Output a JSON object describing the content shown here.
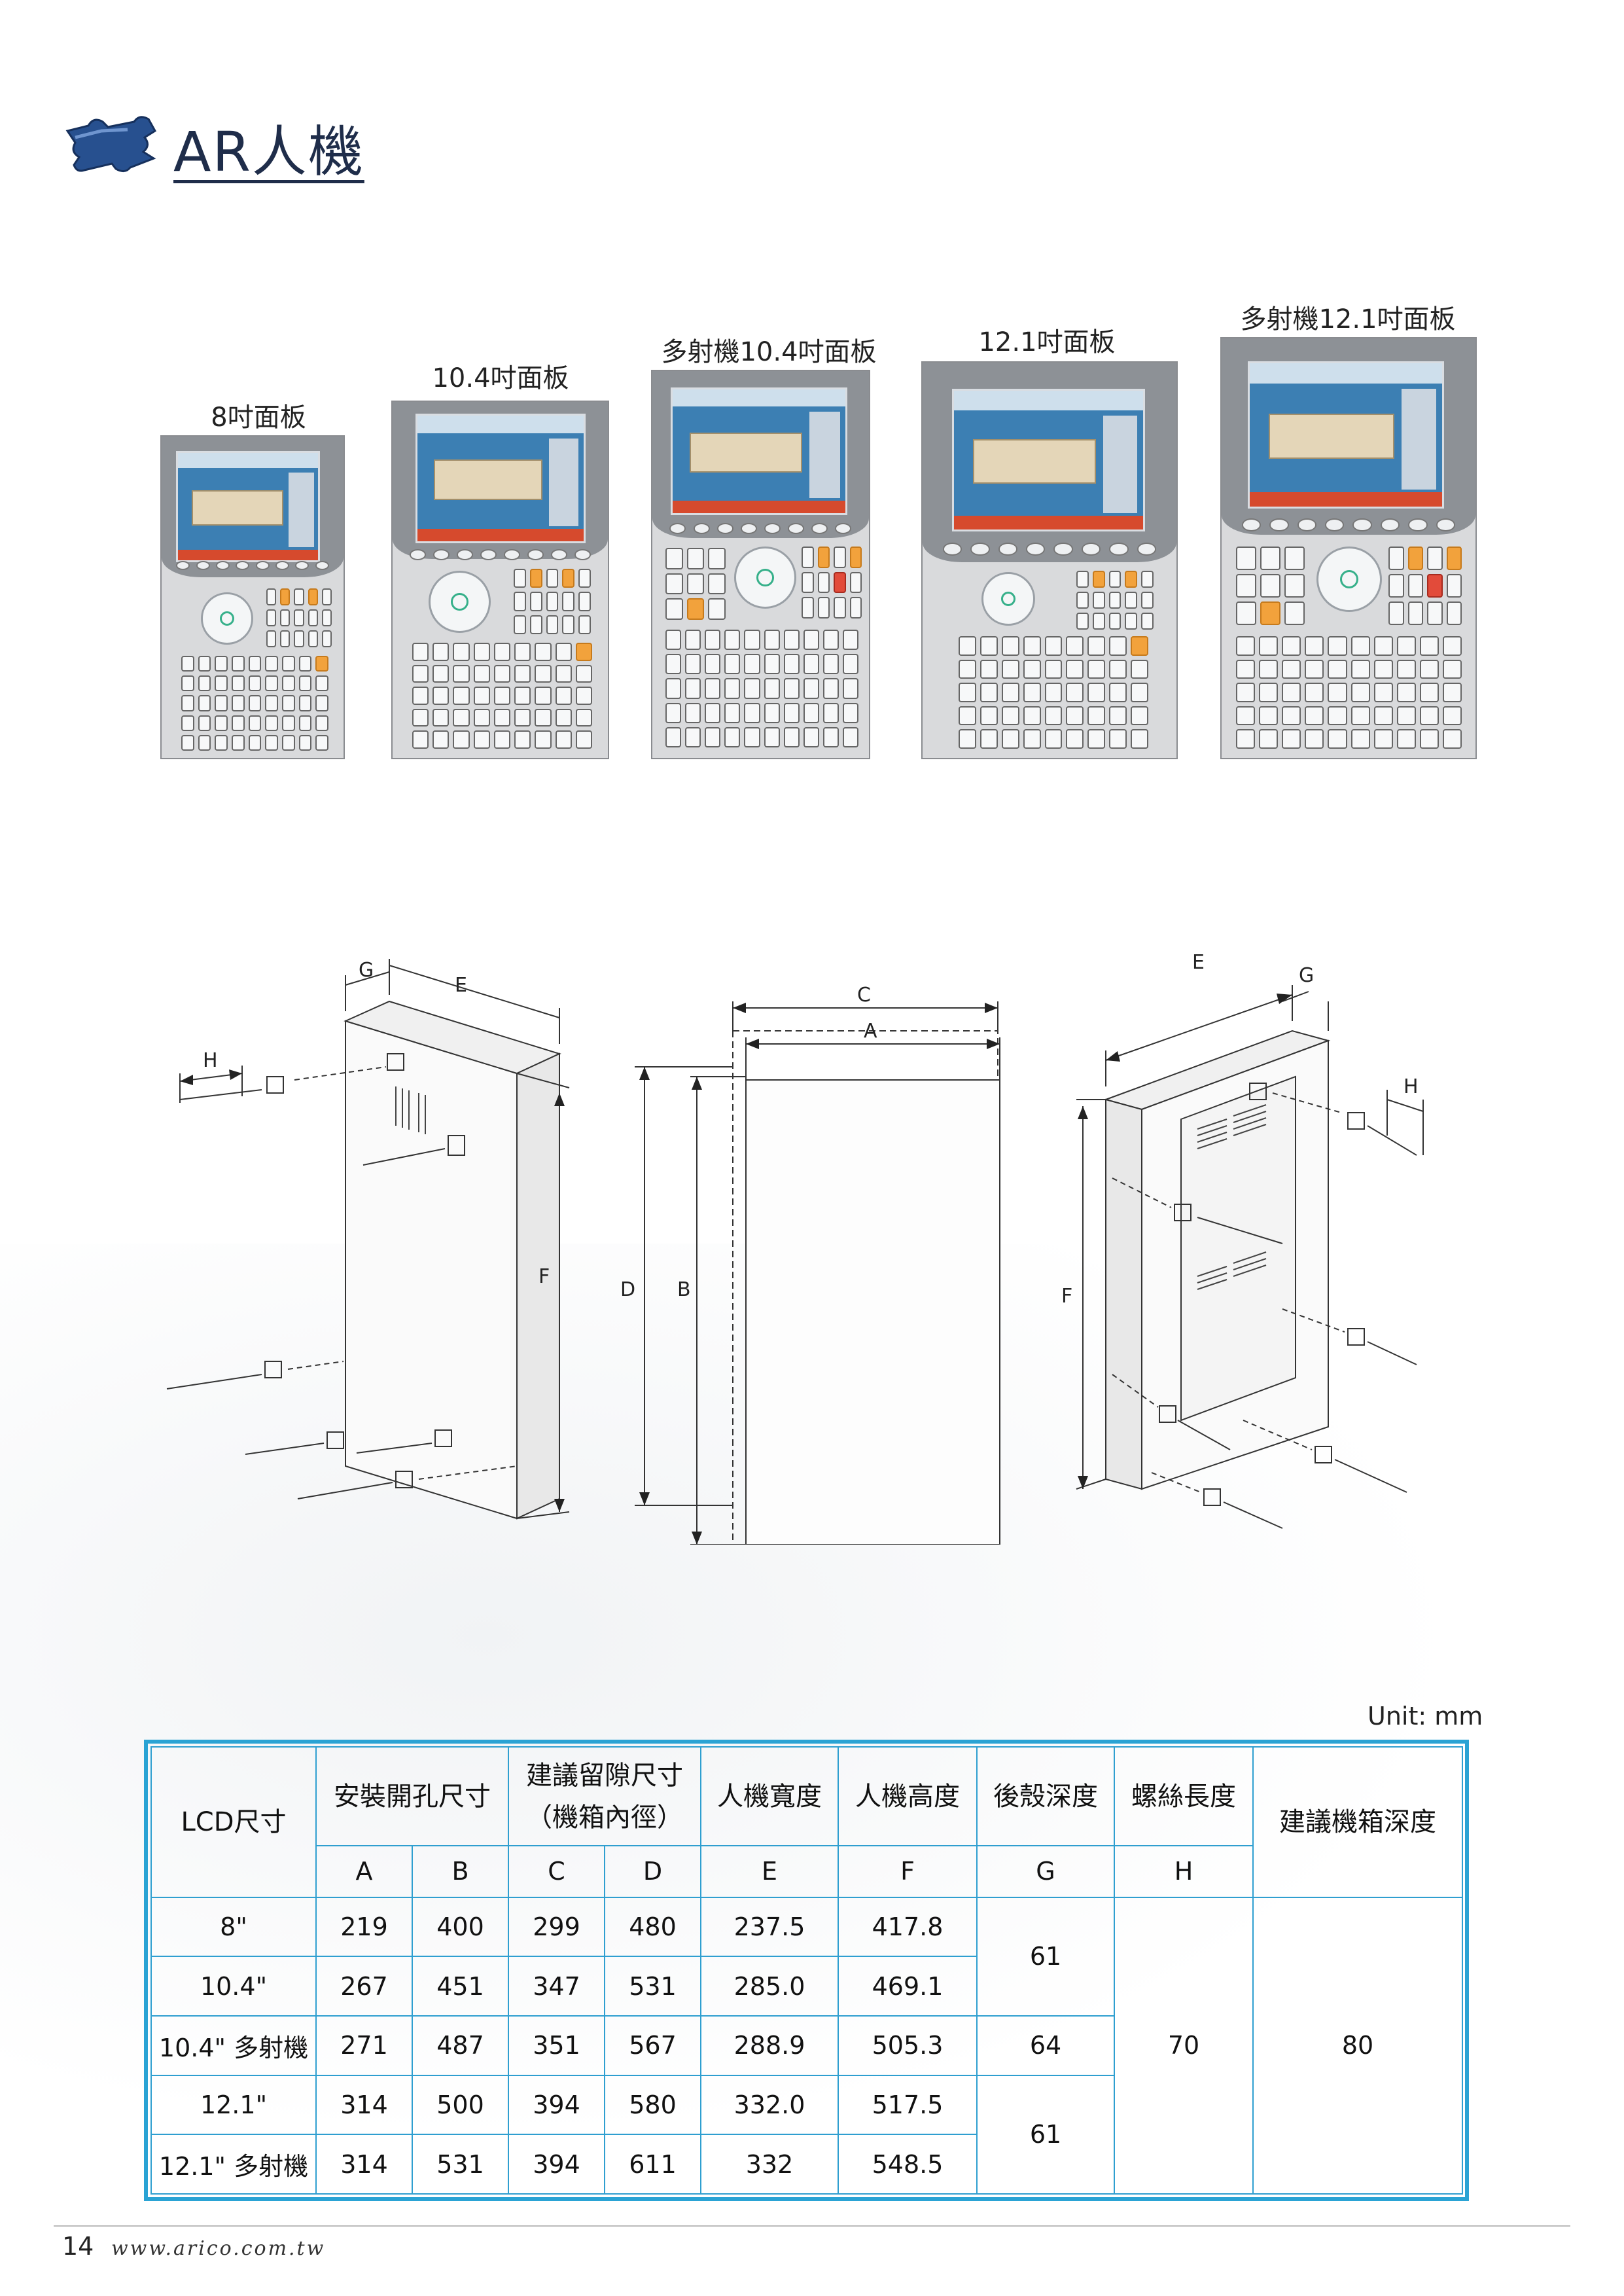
{
  "header": {
    "title": "AR人機"
  },
  "panels": [
    {
      "caption": "8吋面板"
    },
    {
      "caption": "10.4吋面板"
    },
    {
      "caption": "多射機10.4吋面板"
    },
    {
      "caption": "12.1吋面板"
    },
    {
      "caption": "多射機12.1吋面板"
    }
  ],
  "drawings": {
    "labels": {
      "a": "A",
      "b": "B",
      "c": "C",
      "d": "D",
      "e": "E",
      "f": "F",
      "g": "G",
      "h": "H"
    }
  },
  "table": {
    "unit": "Unit: mm",
    "headers": {
      "lcd": "LCD尺寸",
      "cutout": "安裝開孔尺寸",
      "clearance_line1": "建議留隙尺寸",
      "clearance_line2": "（機箱內徑）",
      "width": "人機寬度",
      "height": "人機高度",
      "depth": "後殼深度",
      "screw": "螺絲長度",
      "cabinet": "建議機箱深度"
    },
    "sub_headers": [
      "A",
      "B",
      "C",
      "D",
      "E",
      "F",
      "G",
      "H"
    ],
    "rows": [
      {
        "lcd": "8\"",
        "a": "219",
        "b": "400",
        "c": "299",
        "d": "480",
        "e": "237.5",
        "f": "417.8"
      },
      {
        "lcd": "10.4\"",
        "a": "267",
        "b": "451",
        "c": "347",
        "d": "531",
        "e": "285.0",
        "f": "469.1"
      },
      {
        "lcd": "10.4\" 多射機",
        "a": "271",
        "b": "487",
        "c": "351",
        "d": "567",
        "e": "288.9",
        "f": "505.3"
      },
      {
        "lcd": "12.1\"",
        "a": "314",
        "b": "500",
        "c": "394",
        "d": "580",
        "e": "332.0",
        "f": "517.5"
      },
      {
        "lcd": "12.1\" 多射機",
        "a": "314",
        "b": "531",
        "c": "394",
        "d": "611",
        "e": "332",
        "f": "548.5"
      }
    ],
    "merged": {
      "g_1_2": "61",
      "g_3": "64",
      "g_4_5": "61",
      "h_all": "70",
      "cabinet_all": "80"
    }
  },
  "footer": {
    "page_number": "14",
    "website": "www.arico.com.tw"
  }
}
